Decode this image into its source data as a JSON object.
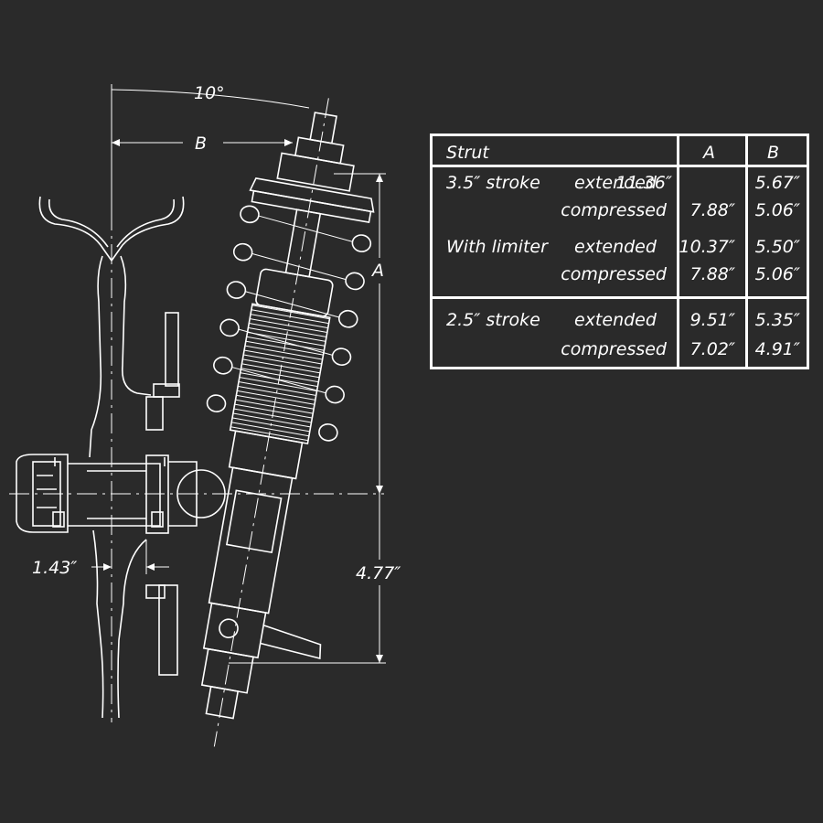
{
  "diagram": {
    "dimension_labels": {
      "angle": "10°",
      "b": "B",
      "a": "A",
      "offset": "1.43″",
      "height": "4.77″"
    },
    "colors": {
      "background": "#2a2a2a",
      "line": "#ffffff"
    }
  },
  "table": {
    "header": {
      "strut": "Strut",
      "a": "A",
      "b": "B"
    },
    "groups": [
      {
        "rows": [
          {
            "label": "3.5″ stroke",
            "state": "extended",
            "a": "11.36″",
            "b": "5.67″"
          },
          {
            "label": "",
            "state": "compressed",
            "a": "7.88″",
            "b": "5.06″"
          },
          {
            "label": "With limiter",
            "state": "extended",
            "a": "10.37″",
            "b": "5.50″"
          },
          {
            "label": "",
            "state": "compressed",
            "a": "7.88″",
            "b": "5.06″"
          }
        ]
      },
      {
        "rows": [
          {
            "label": "2.5″ stroke",
            "state": "extended",
            "a": "9.51″",
            "b": "5.35″"
          },
          {
            "label": "",
            "state": "compressed",
            "a": "7.02″",
            "b": "4.91″"
          }
        ]
      }
    ]
  }
}
